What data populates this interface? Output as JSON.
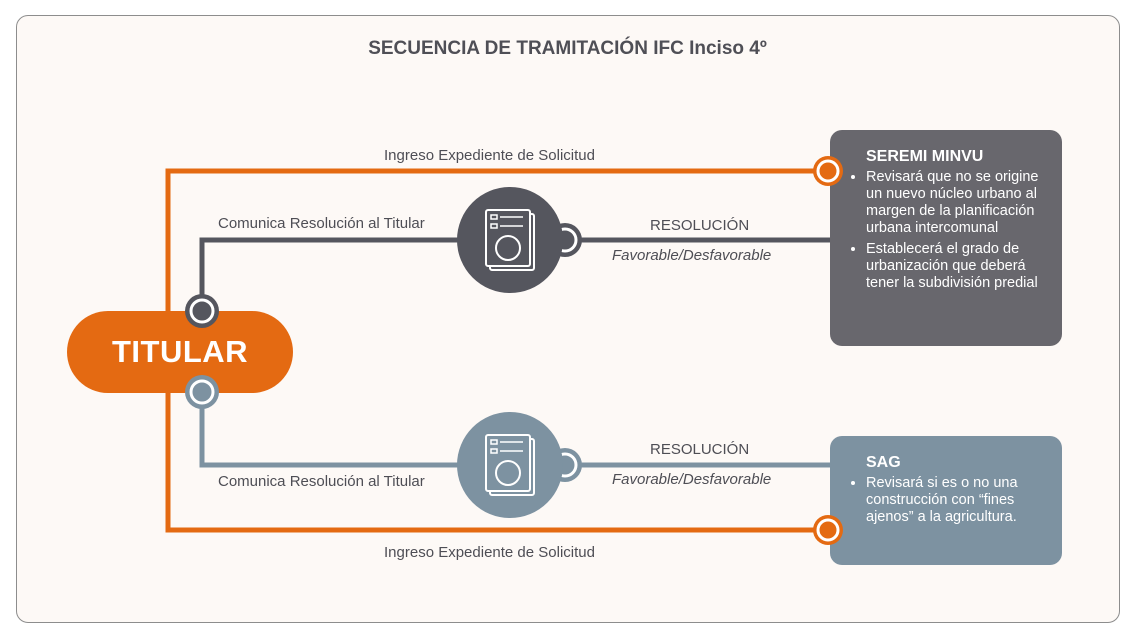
{
  "title": "SECUENCIA DE TRAMITACIÓN IFC Inciso 4º",
  "titular": "TITULAR",
  "top_flow": {
    "ingreso": "Ingreso Expediente de Solicitud",
    "comunica": "Comunica Resolución al Titular",
    "resolucion": "RESOLUCIÓN",
    "resultado": "Favorable/Desfavorable"
  },
  "bottom_flow": {
    "ingreso": "Ingreso Expediente de Solicitud",
    "comunica": "Comunica Resolución al Titular",
    "resolucion": "RESOLUCIÓN",
    "resultado": "Favorable/Desfavorable"
  },
  "seremi": {
    "title": "SEREMI MINVU",
    "items": [
      "Revisará que no se origine un nuevo núcleo urbano al margen de la planificación urbana intercomunal",
      "Establecerá el grado de urbanización que deberá tener la subdivisión predial"
    ]
  },
  "sag": {
    "title": "SAG",
    "items": [
      "Revisará si es o no una construcción con “fines ajenos” a la agricultura."
    ]
  },
  "colors": {
    "orange": "#e46a12",
    "dark": "#55565e",
    "box_dark": "#68676d",
    "blue": "#7d92a1",
    "background": "#fdf9f6"
  }
}
